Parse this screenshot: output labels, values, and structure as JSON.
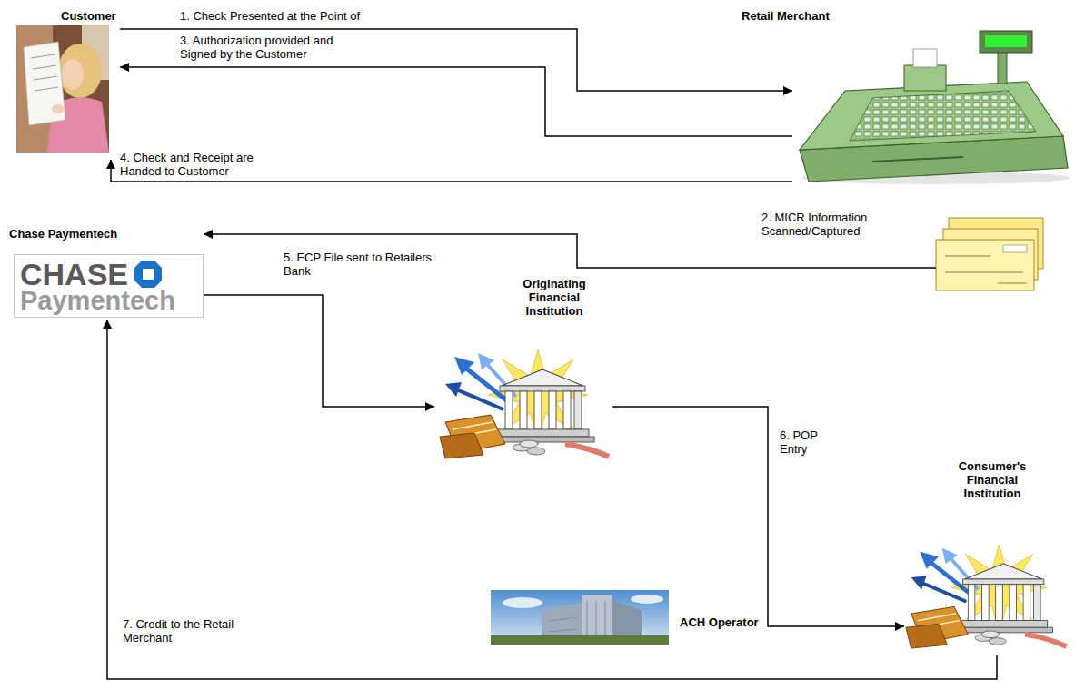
{
  "diagram": {
    "nodes": [
      {
        "text": [
          "Customer"
        ]
      },
      {
        "text": [
          "Retail Merchant"
        ]
      },
      {
        "text": [
          "Chase Paymentech",
          "CHASE",
          "Paymentech"
        ]
      },
      {
        "text": [
          "Originating Financial Institution"
        ]
      },
      {
        "text": [
          "Consumer's Financial Institution"
        ]
      },
      {
        "text": [
          "ACH Operator"
        ]
      }
    ],
    "edges": [
      {
        "from": 0,
        "to": 1,
        "label": "1. Check Presented at the Point of",
        "arrow": "to"
      },
      {
        "from": 1,
        "to": 0,
        "label": "3. Authorization provided and Signed by the Customer",
        "arrow": "to"
      },
      {
        "from": 1,
        "to": 0,
        "label": "4. Check and Receipt are Handed to Customer",
        "arrow": "to"
      },
      {
        "from": 1,
        "to": 2,
        "label": "2. MICR Information Scanned/Captured",
        "arrow": "to"
      },
      {
        "from": 2,
        "to": 3,
        "label": "5. ECP File sent to Retailers Bank",
        "arrow": "to"
      },
      {
        "from": 3,
        "to": 4,
        "label": "6. POP Entry",
        "arrow": "to"
      },
      {
        "from": 4,
        "to": 2,
        "label": "7. Credit to the Retail Merchant",
        "arrow": "to"
      }
    ]
  }
}
